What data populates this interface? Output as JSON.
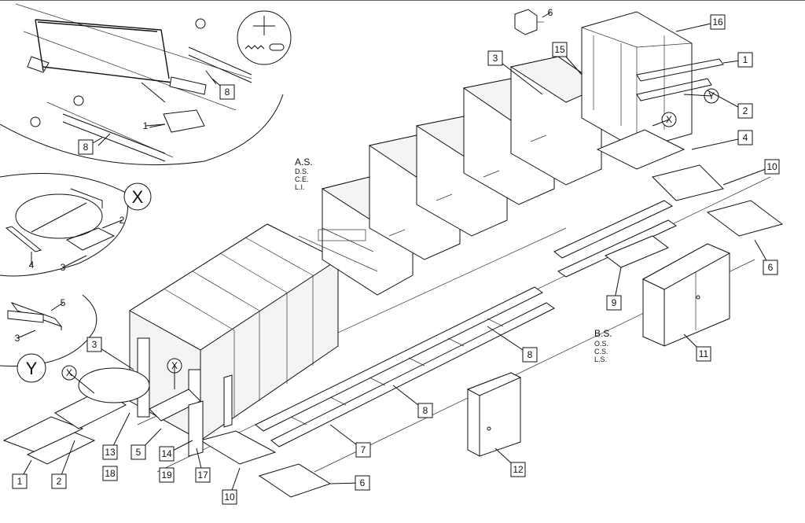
{
  "side_labels": {
    "as": {
      "title": "A.S.",
      "lines": [
        "D.S.",
        "C.E.",
        "L.I."
      ]
    },
    "bs": {
      "title": "B.S.",
      "lines": [
        "O.S.",
        "C.S.",
        "L.S."
      ]
    }
  },
  "detail_labels": {
    "x": "X",
    "y": "Y"
  },
  "callouts": [
    "16",
    "6",
    "1",
    "15",
    "3",
    "Y",
    "2",
    "X",
    "4",
    "10",
    "6",
    "9",
    "11",
    "8",
    "8",
    "12",
    "7",
    "6",
    "10",
    "17",
    "19",
    "14",
    "5",
    "13",
    "18",
    "1",
    "2",
    "X",
    "X",
    "3",
    "8",
    "1",
    "8",
    "2",
    "4",
    "3",
    "5",
    "3"
  ]
}
